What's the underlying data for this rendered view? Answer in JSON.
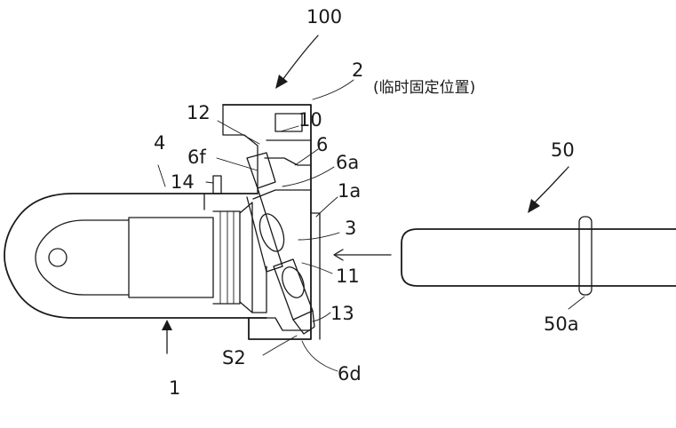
{
  "figure": {
    "caption": "(临时固定位置)",
    "labels": {
      "assembly": "100",
      "housing": "2",
      "elbow_tube": "1",
      "part_4": "4",
      "part_1a": "1a",
      "part_3": "3",
      "part_6": "6",
      "part_6a": "6a",
      "part_6f": "6f",
      "part_6d": "6d",
      "part_10": "10",
      "part_11": "11",
      "part_12": "12",
      "part_13": "13",
      "part_14": "14",
      "gap_S2": "S2",
      "pipe": "50",
      "bead": "50a"
    }
  }
}
